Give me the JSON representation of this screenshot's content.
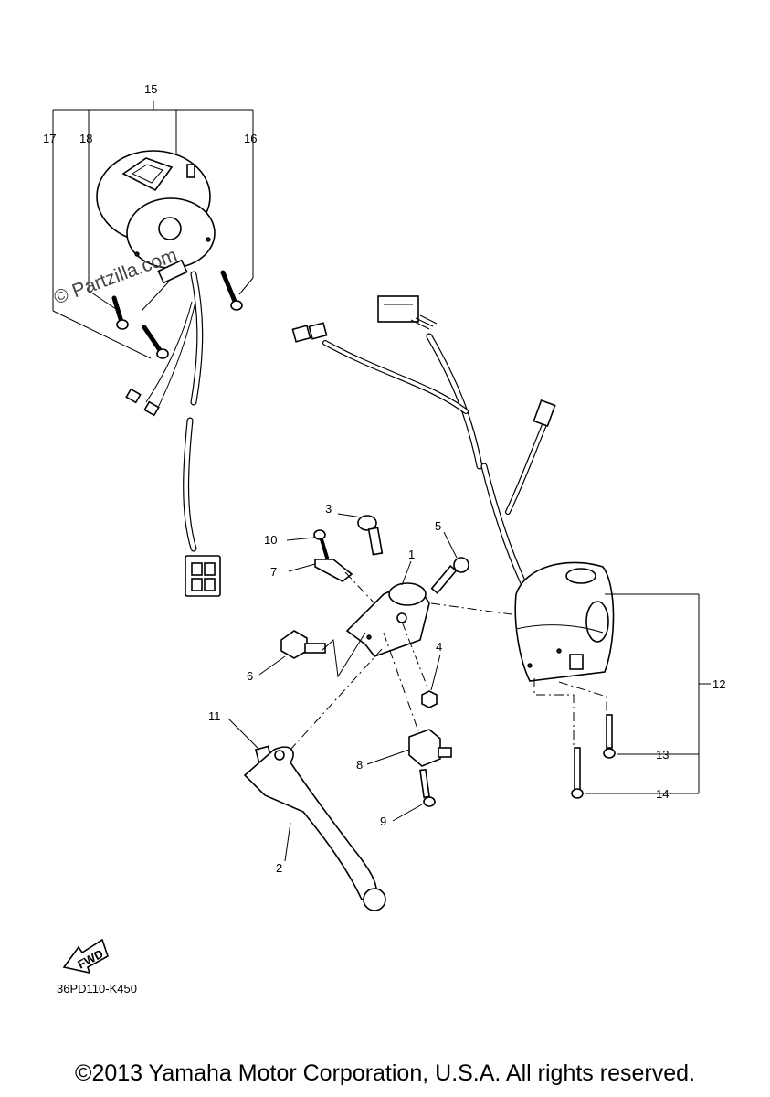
{
  "callouts": {
    "c1": "1",
    "c2": "2",
    "c3": "3",
    "c4": "4",
    "c5": "5",
    "c6": "6",
    "c7": "7",
    "c8": "8",
    "c9": "9",
    "c10": "10",
    "c11": "11",
    "c12": "12",
    "c13": "13",
    "c14": "14",
    "c15": "15",
    "c16": "16",
    "c17": "17",
    "c18": "18"
  },
  "fwd_label": "FWD",
  "drawing_number": "36PD110-K450",
  "watermark": "© Partzilla.com",
  "copyright": "©2013 Yamaha Motor Corporation, U.S.A. All rights reserved."
}
